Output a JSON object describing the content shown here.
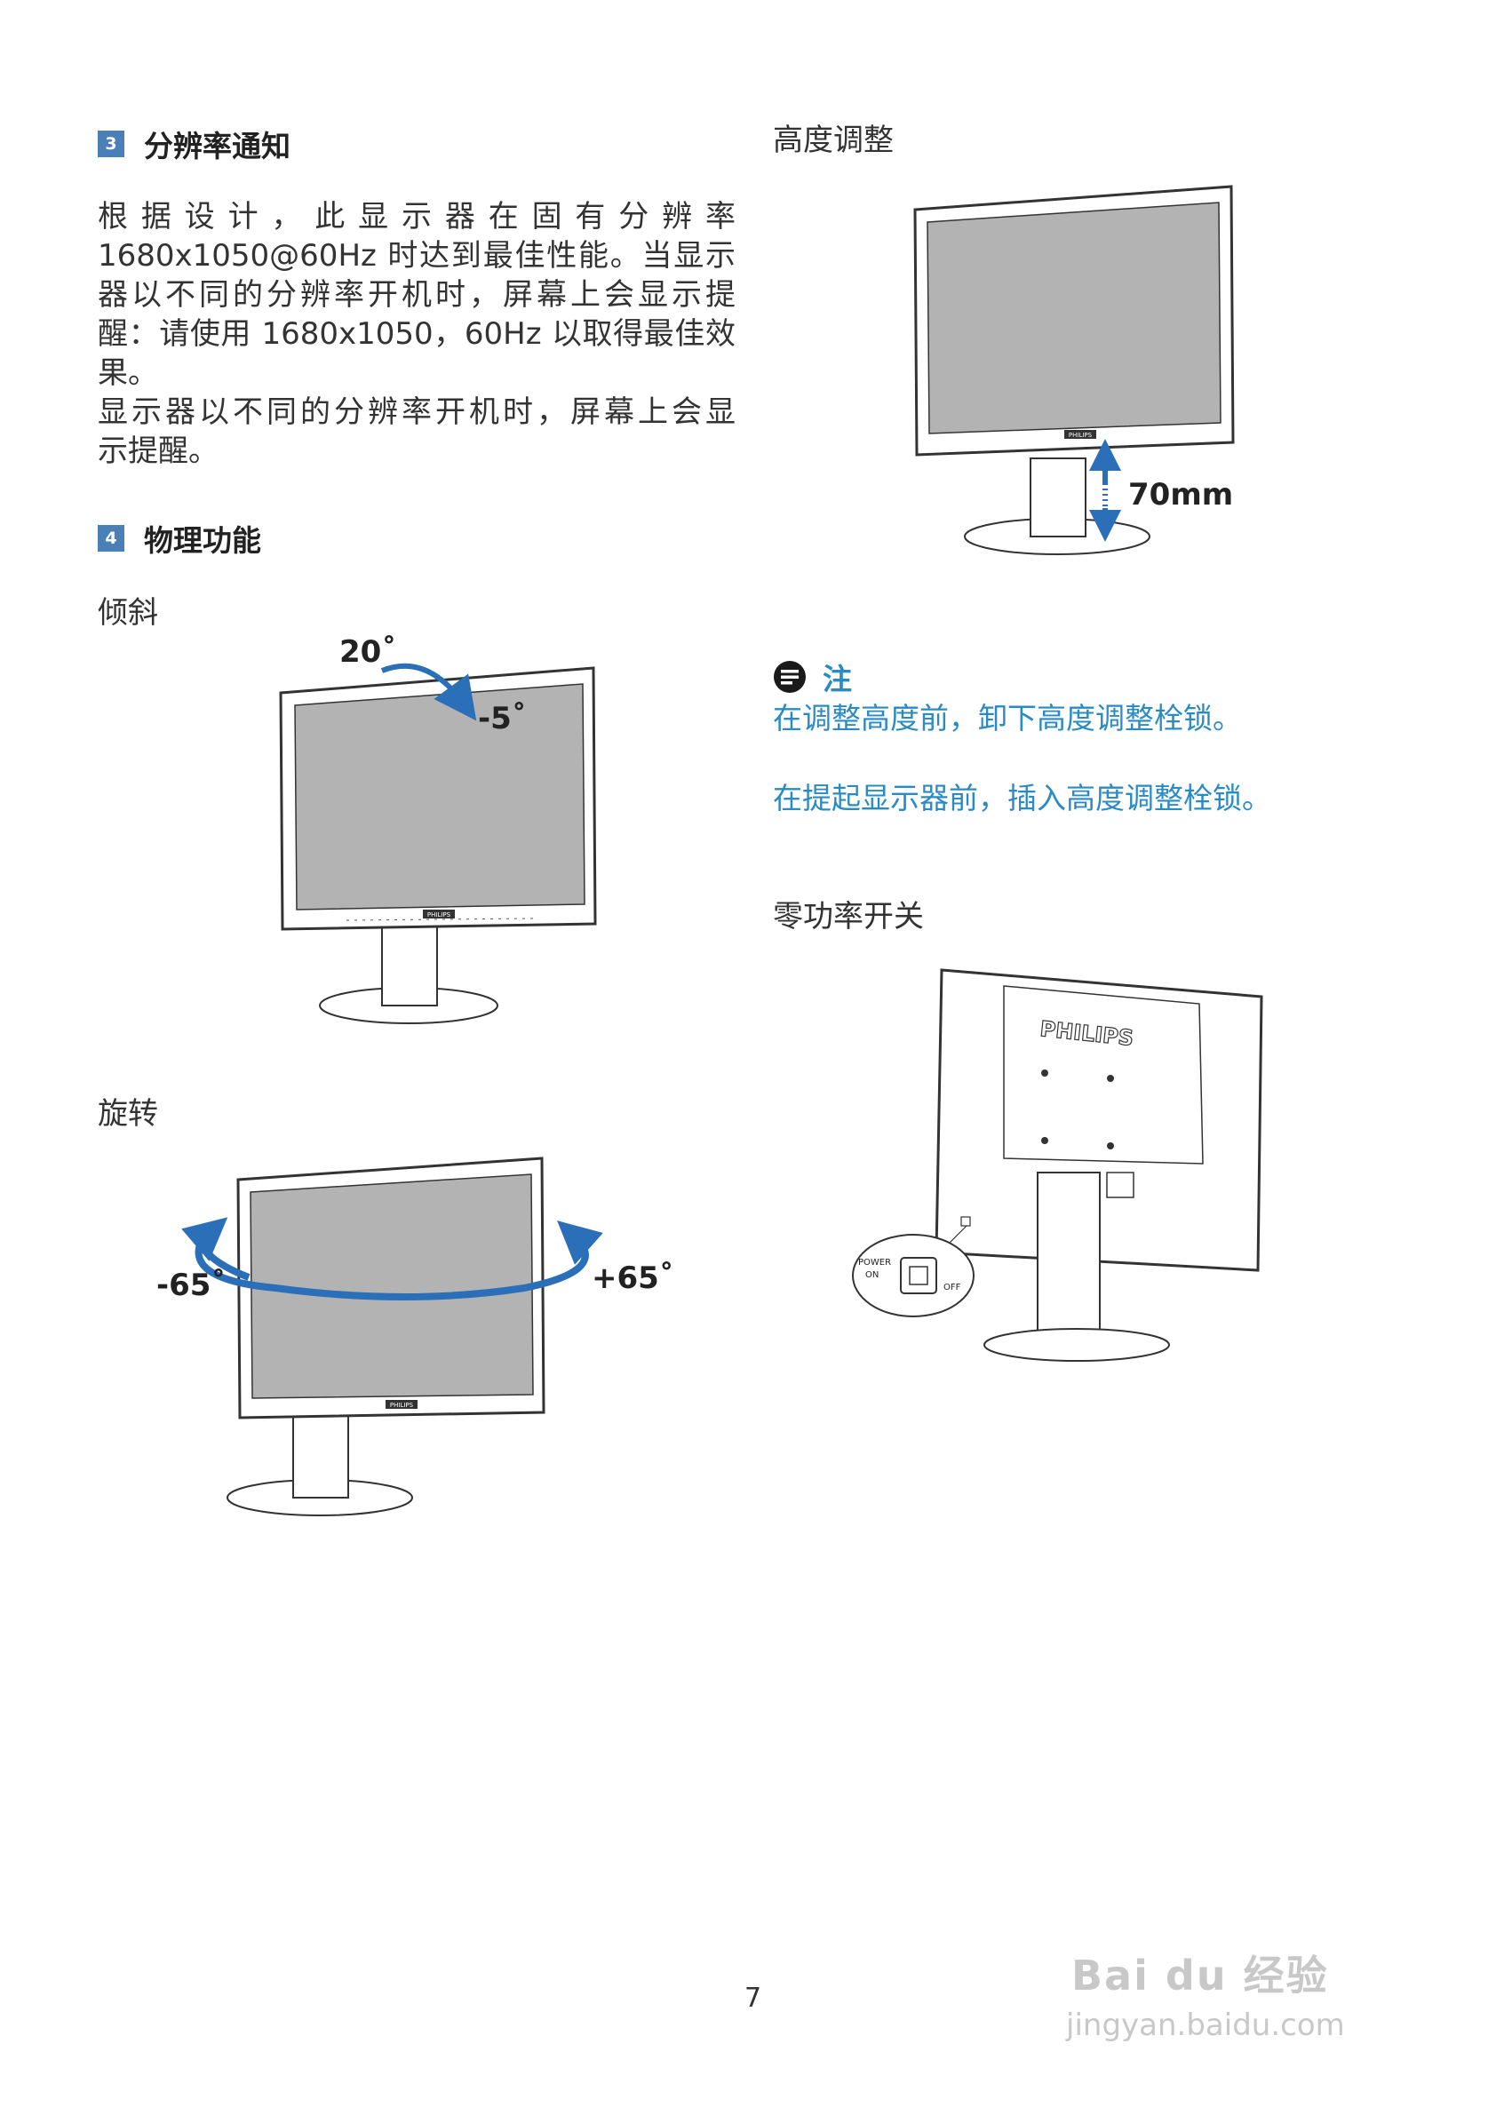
{
  "section3": {
    "num": "3",
    "title": "分辨率通知",
    "para1_lines": [
      "根据设计，此显示器在固有分辨率",
      "1680x1050@60Hz 时达到最佳性能。当显示",
      "器以不同的分辨率开机时，屏幕上会显示提",
      "醒：请使用 1680x1050，60Hz 以取得最佳效",
      "果。"
    ],
    "para2_lines": [
      "显示器以不同的分辨率开机时，屏幕上会显",
      "示提醒。"
    ]
  },
  "section4": {
    "num": "4",
    "title": "物理功能",
    "tilt": {
      "label": "倾斜",
      "angle_up": "20˚",
      "angle_down": "-5˚"
    },
    "swivel": {
      "label": "旋转",
      "angle_left": "-65˚",
      "angle_right": "+65˚"
    }
  },
  "height": {
    "label": "高度调整",
    "range": "70mm"
  },
  "note": {
    "title": "注",
    "line1": "在调整高度前，卸下高度调整栓锁。",
    "line2": "在提起显示器前，插入高度调整栓锁。"
  },
  "power": {
    "label": "零功率开关",
    "brand": "PHILIPS",
    "power_on": [
      "POWER",
      "ON"
    ],
    "off": "OFF"
  },
  "monitor_brand": "PHILIPS",
  "page_number": "7",
  "watermark": {
    "logo": "Bai du 经验",
    "url": "jingyan.baidu.com"
  },
  "colors": {
    "accent_blue": "#2a8bc4",
    "section_num_bg": "#4a7fb8",
    "screen_gray": "#b3b3b3"
  }
}
